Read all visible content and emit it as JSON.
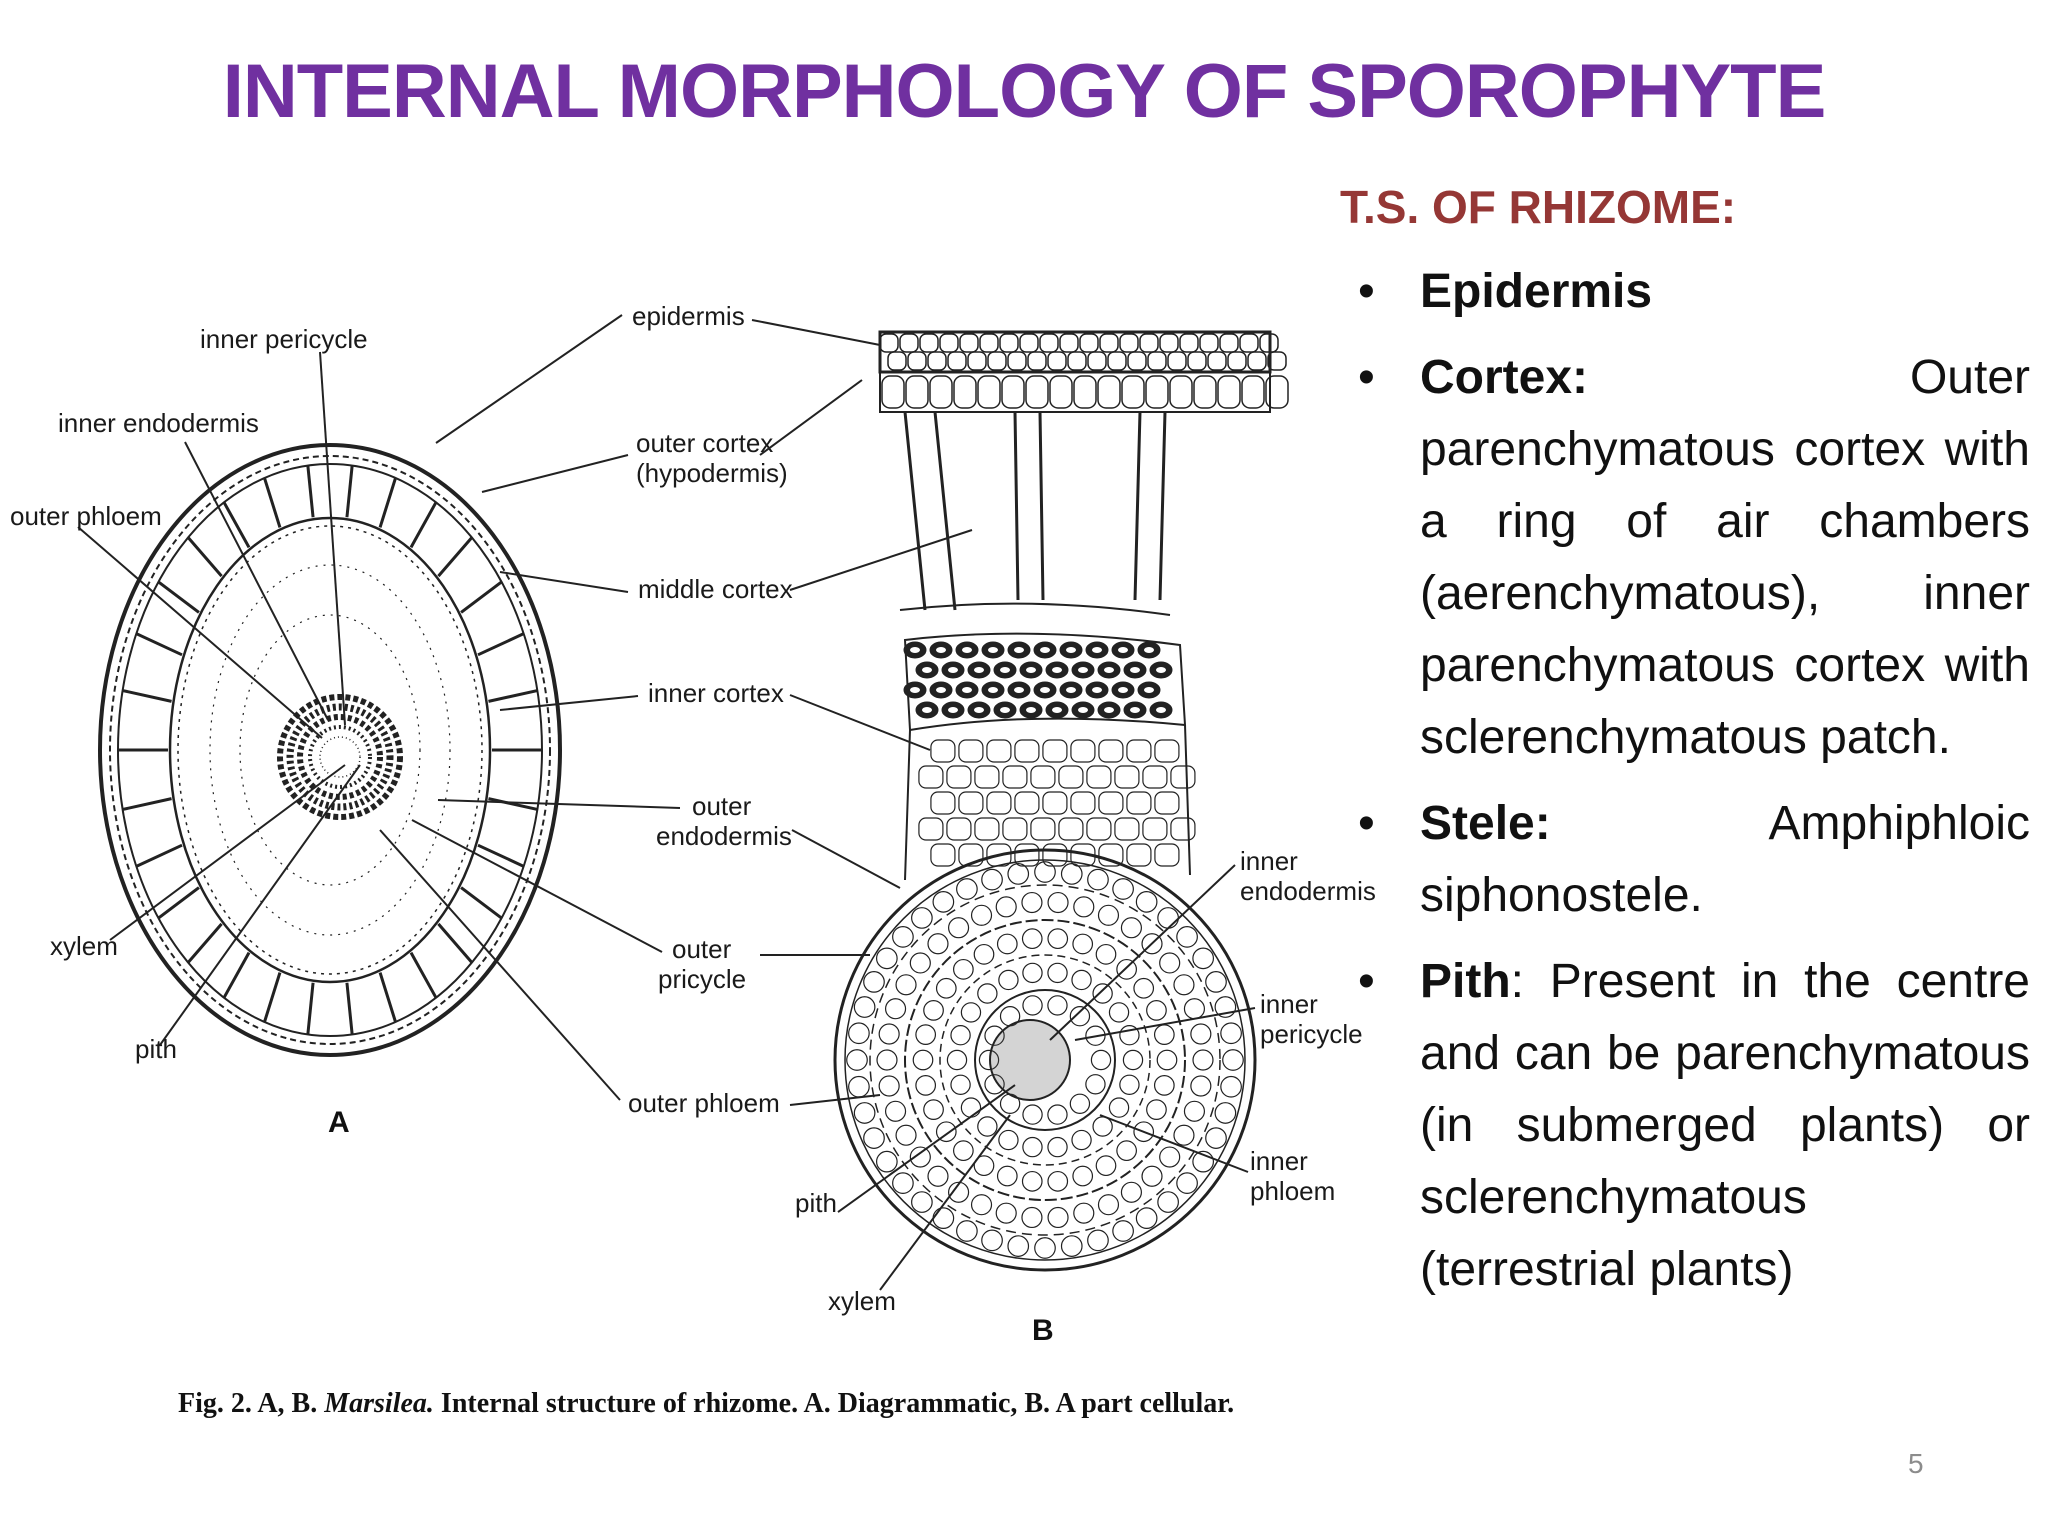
{
  "slide": {
    "title": "INTERNAL MORPHOLOGY OF SPOROPHYTE",
    "page_number": "5"
  },
  "panel": {
    "heading": "T.S. OF RHIZOME:",
    "bullets": [
      {
        "term": "Epidermis",
        "text": ""
      },
      {
        "term": "Cortex:",
        "text": " Outer parenchymatous cortex with a ring of air chambers (aerenchymatous), inner parenchymatous cortex with sclerenchymatous patch."
      },
      {
        "term": "Stele:",
        "text": " Amphiphloic siphonostele."
      },
      {
        "term": "Pith",
        "text": ": Present in the centre and can be parenchymatous (in submerged plants) or sclerenchymatous (terrestrial plants)"
      }
    ],
    "bullet_symbol": "•"
  },
  "figure": {
    "caption_prefix": "Fig. 2. A, B. ",
    "caption_genus": "Marsilea.",
    "caption_rest": " Internal structure of rhizome. A. Diagrammatic, B. A part cellular.",
    "letter_a": "A",
    "letter_b": "B",
    "labels_a": {
      "inner_pericycle": "inner pericycle",
      "inner_endodermis": "inner endodermis",
      "outer_phloem": "outer phloem",
      "xylem": "xylem",
      "pith": "pith"
    },
    "labels_mid": {
      "epidermis": "epidermis",
      "outer_cortex_1": "outer cortex",
      "outer_cortex_2": "(hypodermis)",
      "middle_cortex": "middle cortex",
      "inner_cortex": "inner cortex",
      "outer_endodermis_1": "outer",
      "outer_endodermis_2": "endodermis",
      "outer_pericycle_1": "outer",
      "outer_pericycle_2": "pricycle",
      "outer_phloem": "outer phloem"
    },
    "labels_b": {
      "inner_endodermis_1": "inner",
      "inner_endodermis_2": "endodermis",
      "inner_pericycle_1": "inner",
      "inner_pericycle_2": "pericycle",
      "inner_phloem_1": "inner",
      "inner_phloem_2": "phloem",
      "pith": "pith",
      "xylem": "xylem"
    }
  },
  "colors": {
    "title": "#7030a0",
    "heading": "#953735",
    "text": "#111111",
    "page_number": "#8c8c8c"
  }
}
